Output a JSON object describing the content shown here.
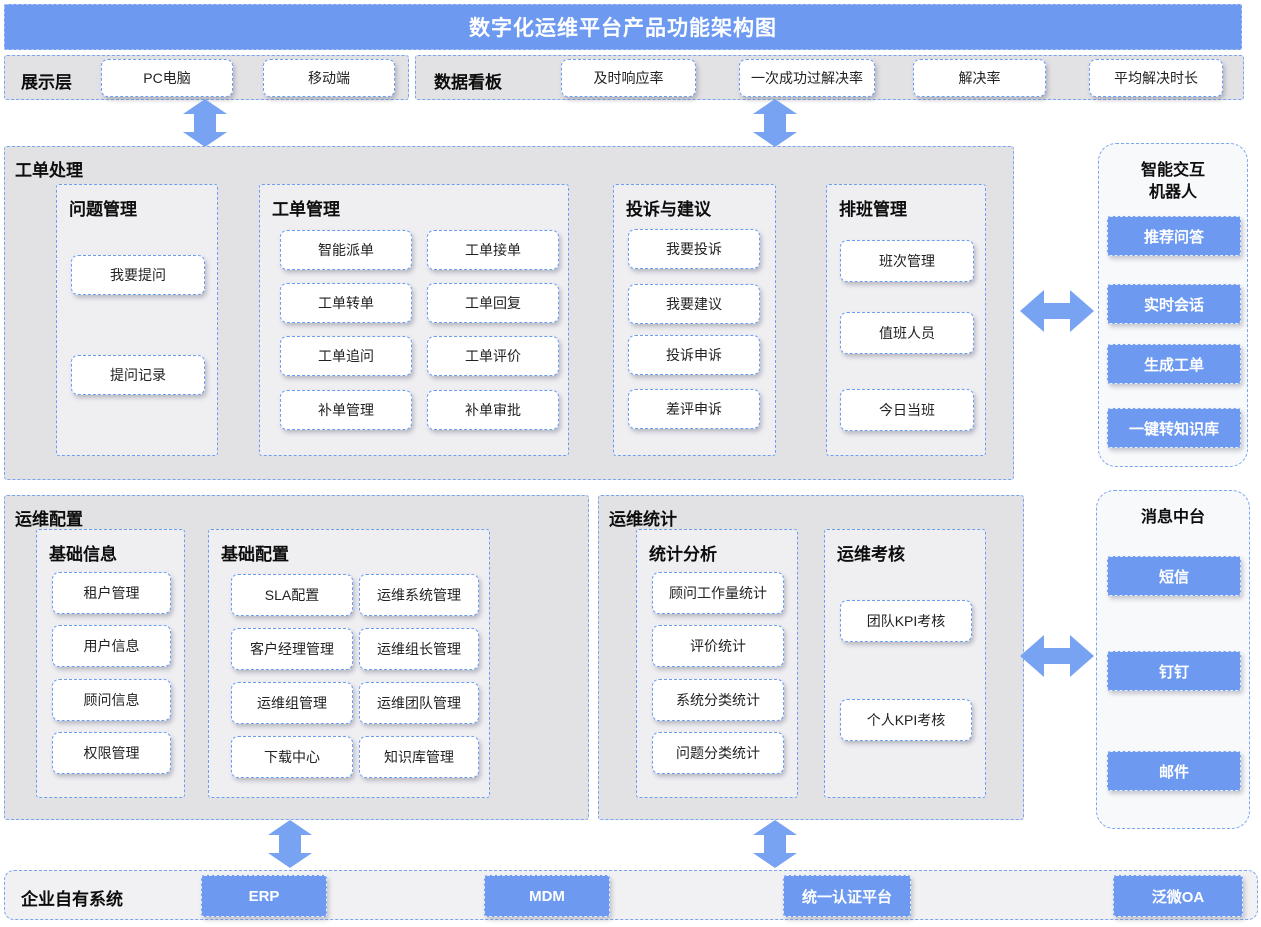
{
  "title": "数字化运维平台产品功能架构图",
  "colors": {
    "accent_blue": "#6D9AF0",
    "arrow_blue": "#78A3F2",
    "dashed_border_blue": "#6C9DF3",
    "section_bg": "#E2E2E5",
    "group_bg": "#EFEFF2",
    "panel_bg": "#F8F9FB",
    "bottom_bar_bg": "#F1F1F3",
    "title_text": "#FFFFFF"
  },
  "display_layer": {
    "label": "展示层",
    "items": [
      "PC电脑",
      "移动端"
    ]
  },
  "dashboard": {
    "label": "数据看板",
    "items": [
      "及时响应率",
      "一次成功过解决率",
      "解决率",
      "平均解决时长"
    ]
  },
  "ticket": {
    "label": "工单处理",
    "groups": [
      {
        "title": "问题管理",
        "items": [
          "我要提问",
          "提问记录"
        ]
      },
      {
        "title": "工单管理",
        "items": [
          "智能派单",
          "工单接单",
          "工单转单",
          "工单回复",
          "工单追问",
          "工单评价",
          "补单管理",
          "补单审批"
        ]
      },
      {
        "title": "投诉与建议",
        "items": [
          "我要投诉",
          "我要建议",
          "投诉申诉",
          "差评申诉"
        ]
      },
      {
        "title": "排班管理",
        "items": [
          "班次管理",
          "值班人员",
          "今日当班"
        ]
      }
    ]
  },
  "robot": {
    "title_lines": [
      "智能交互",
      "机器人"
    ],
    "buttons": [
      "推荐问答",
      "实时会话",
      "生成工单",
      "一键转知识库"
    ]
  },
  "config": {
    "label": "运维配置",
    "groups": [
      {
        "title": "基础信息",
        "items": [
          "租户管理",
          "用户信息",
          "顾问信息",
          "权限管理"
        ]
      },
      {
        "title": "基础配置",
        "items": [
          "SLA配置",
          "运维系统管理",
          "客户经理管理",
          "运维组长管理",
          "运维组管理",
          "运维团队管理",
          "下载中心",
          "知识库管理"
        ]
      }
    ]
  },
  "stats": {
    "label": "运维统计",
    "groups": [
      {
        "title": "统计分析",
        "items": [
          "顾问工作量统计",
          "评价统计",
          "系统分类统计",
          "问题分类统计"
        ]
      },
      {
        "title": "运维考核",
        "items": [
          "团队KPI考核",
          "个人KPI考核"
        ]
      }
    ]
  },
  "message": {
    "title": "消息中台",
    "buttons": [
      "短信",
      "钉钉",
      "邮件"
    ]
  },
  "enterprise": {
    "label": "企业自有系统",
    "buttons": [
      "ERP",
      "MDM",
      "统一认证平台",
      "泛微OA"
    ]
  }
}
